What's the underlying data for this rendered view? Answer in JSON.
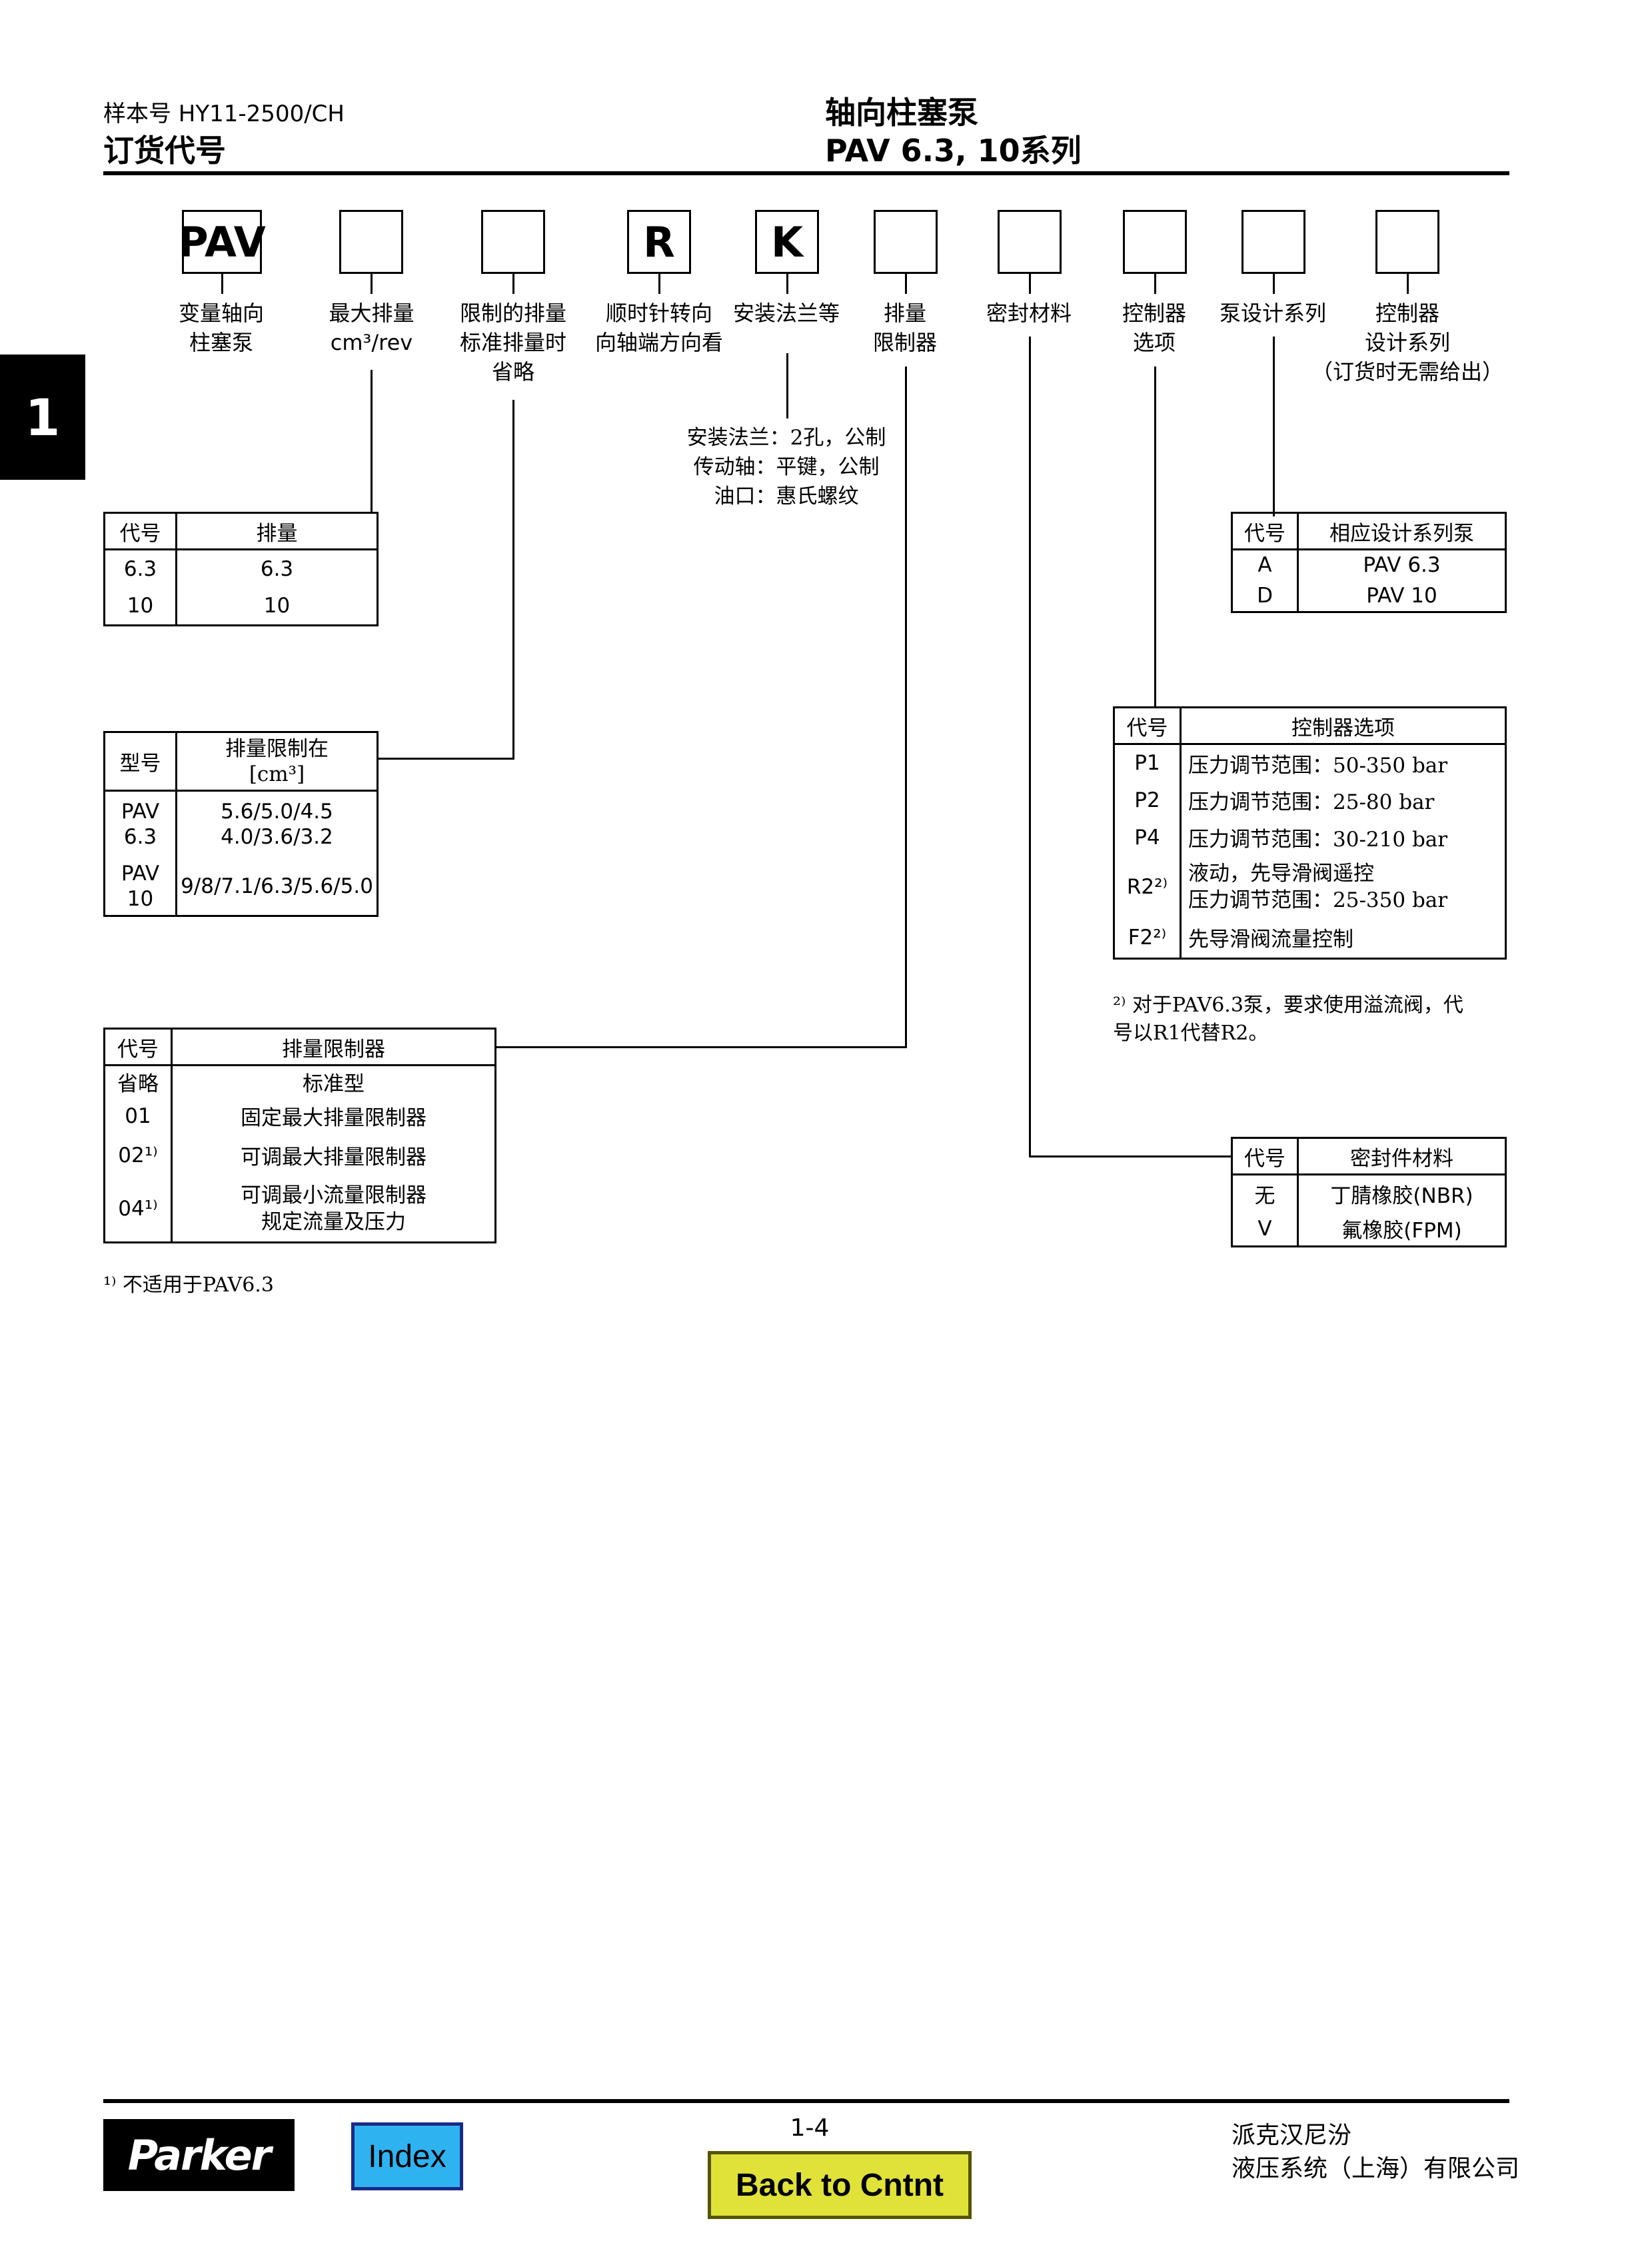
{
  "header": {
    "sample_no": "样本号 HY11-2500/CH",
    "section": "订货代号",
    "title": "轴向柱塞泵",
    "subtitle": "PAV 6.3, 10系列"
  },
  "chapter_tab": "1",
  "code_boxes": [
    "PAV",
    "",
    "",
    "R",
    "K",
    "",
    "",
    "",
    "",
    ""
  ],
  "box_labels": [
    "变量轴向\n柱塞泵",
    "最大排量\ncm³/rev",
    "限制的排量\n标准排量时\n省略",
    "顺时针转向\n向轴端方向看",
    "安装法兰等",
    "排量\n限制器",
    "密封材料",
    "控制器\n选项",
    "泵设计系列",
    "控制器\n设计系列\n（订货时无需给出）"
  ],
  "flange_note": "安装法兰：2孔，公制\n传动轴：平键，公制\n油口：惠氏螺纹",
  "displacement_table": {
    "headers": [
      "代号",
      "排量"
    ],
    "rows": [
      [
        "6.3",
        "6.3"
      ],
      [
        "10",
        "10"
      ]
    ]
  },
  "limited_displacement_table": {
    "headers": [
      "型号",
      "排量限制在\n[cm³]"
    ],
    "rows": [
      [
        "PAV\n6.3",
        "5.6/5.0/4.5\n4.0/3.6/3.2"
      ],
      [
        "PAV\n10",
        "9/8/7.1/6.3/5.6/5.0"
      ]
    ]
  },
  "limiter_table": {
    "headers": [
      "代号",
      "排量限制器"
    ],
    "rows": [
      [
        "省略",
        "标准型"
      ],
      [
        "01",
        "固定最大排量限制器"
      ],
      [
        "02¹⁾",
        "可调最大排量限制器"
      ],
      [
        "04¹⁾",
        "可调最小流量限制器\n规定流量及压力"
      ]
    ],
    "footnote": "¹⁾ 不适用于PAV6.3"
  },
  "design_series_table": {
    "headers": [
      "代号",
      "相应设计系列泵"
    ],
    "rows": [
      [
        "A",
        "PAV 6.3"
      ],
      [
        "D",
        "PAV 10"
      ]
    ]
  },
  "controller_table": {
    "headers": [
      "代号",
      "控制器选项"
    ],
    "rows": [
      [
        "P1",
        "压力调节范围：50-350  bar"
      ],
      [
        "P2",
        "压力调节范围：25-80  bar"
      ],
      [
        "P4",
        "压力调节范围：30-210  bar"
      ],
      [
        "R2²⁾",
        "液动，先导滑阀遥控\n压力调节范围：25-350  bar"
      ],
      [
        "F2²⁾",
        "先导滑阀流量控制"
      ]
    ],
    "footnote": "²⁾ 对于PAV6.3泵，要求使用溢流阀，代\n号以R1代替R2。"
  },
  "seal_table": {
    "headers": [
      "代号",
      "密封件材料"
    ],
    "rows": [
      [
        "无",
        "丁腈橡胶(NBR)"
      ],
      [
        "V",
        "氟橡胶(FPM)"
      ]
    ]
  },
  "footer": {
    "logo": "Parker",
    "index_button": "Index",
    "page_number": "1-4",
    "back_button": "Back to Cntnt",
    "company_line1": "派克汉尼汾",
    "company_line2": "液压系统（上海）有限公司"
  },
  "colors": {
    "index_bg": "#2fb3f0",
    "index_border": "#1a2a8a",
    "back_bg": "#e0e23a",
    "back_border": "#555500"
  }
}
